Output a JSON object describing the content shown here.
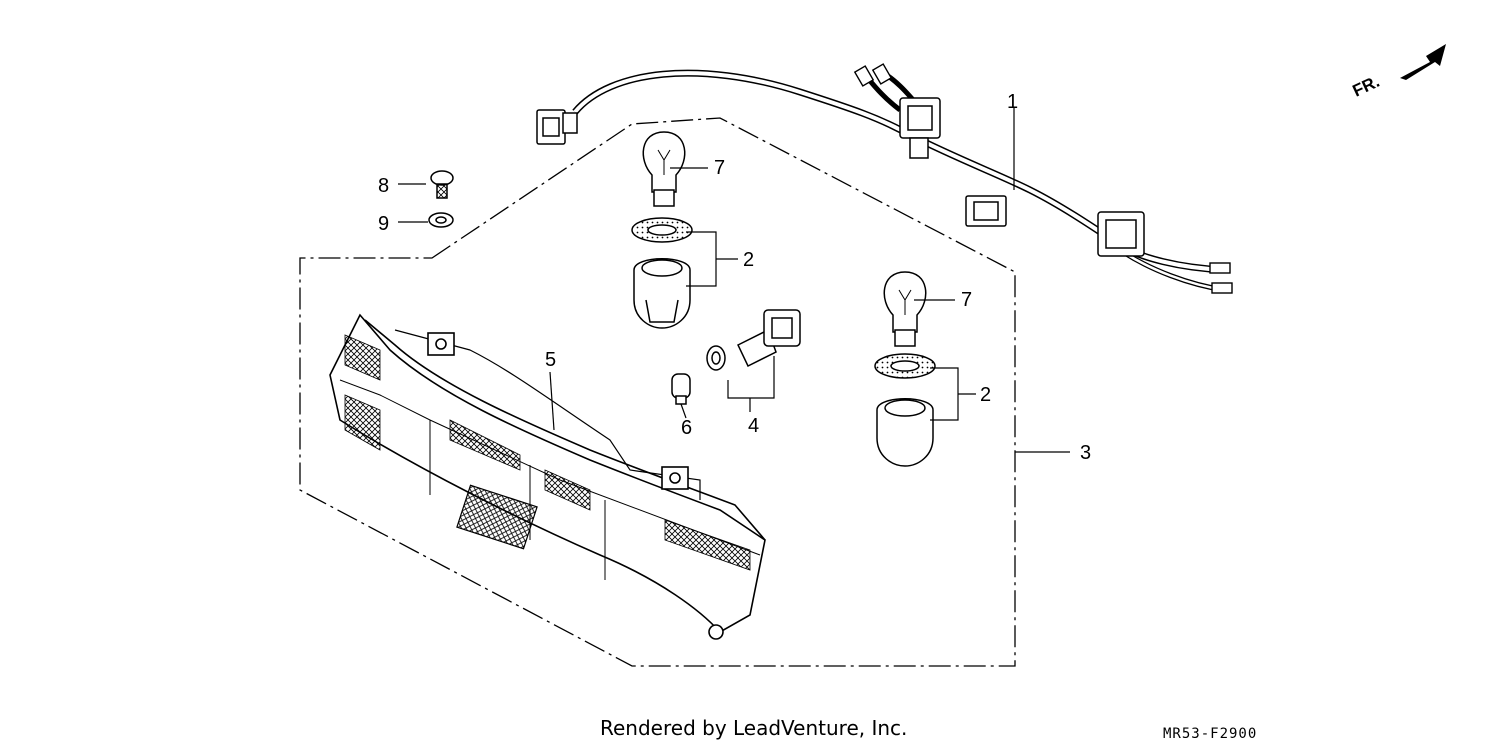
{
  "direction_arrow": {
    "label": "FR."
  },
  "callouts": {
    "c1": "1",
    "c2a": "2",
    "c2b": "2",
    "c3": "3",
    "c4": "4",
    "c5": "5",
    "c6": "6",
    "c7a": "7",
    "c7b": "7",
    "c8": "8",
    "c9": "9"
  },
  "footer": {
    "credit": "Rendered by LeadVenture, Inc.",
    "diagram_code": "MR53-F2900"
  }
}
